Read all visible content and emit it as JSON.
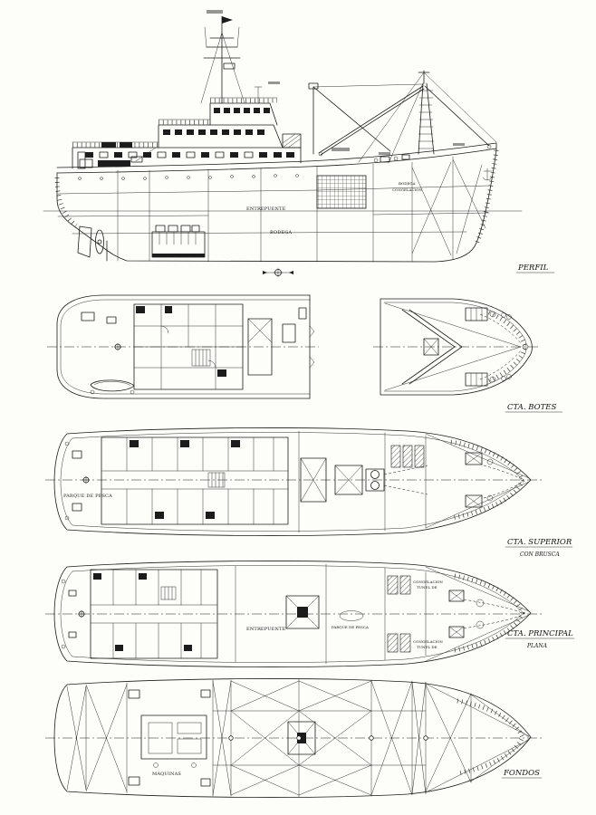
{
  "drawing": {
    "ink": "#1c1c1c",
    "paper": "#fdfdfa"
  },
  "views": {
    "perfil": {
      "title": "PERFIL",
      "labels": {
        "entrepuente": "ENTREPUENTE",
        "bodega": "BODEGA",
        "bodega_proa": "BODEGA",
        "congelacion": "CONGELACION"
      }
    },
    "cta_botes": {
      "title": "CTA. BOTES"
    },
    "cta_superior": {
      "title": "CTA. SUPERIOR",
      "subtitle": "CON BRUSCA",
      "labels": {
        "parque_de_pesca": "PARQUE DE PESCA"
      }
    },
    "cta_principal": {
      "title": "CTA. PRINCIPAL",
      "subtitle": "PLANA",
      "labels": {
        "entrepuente": "ENTREPUENTE",
        "parque_de_pesca": "PARQUE DE PESCA",
        "congelacion_sup": "CONGELACION",
        "tunel_sup": "TUNEL DE",
        "congelacion_inf": "CONGELACION",
        "tunel_inf": "TUNEL DE"
      }
    },
    "fondos": {
      "title": "FONDOS",
      "labels": {
        "maquinas": "MAQUINAS"
      }
    }
  }
}
